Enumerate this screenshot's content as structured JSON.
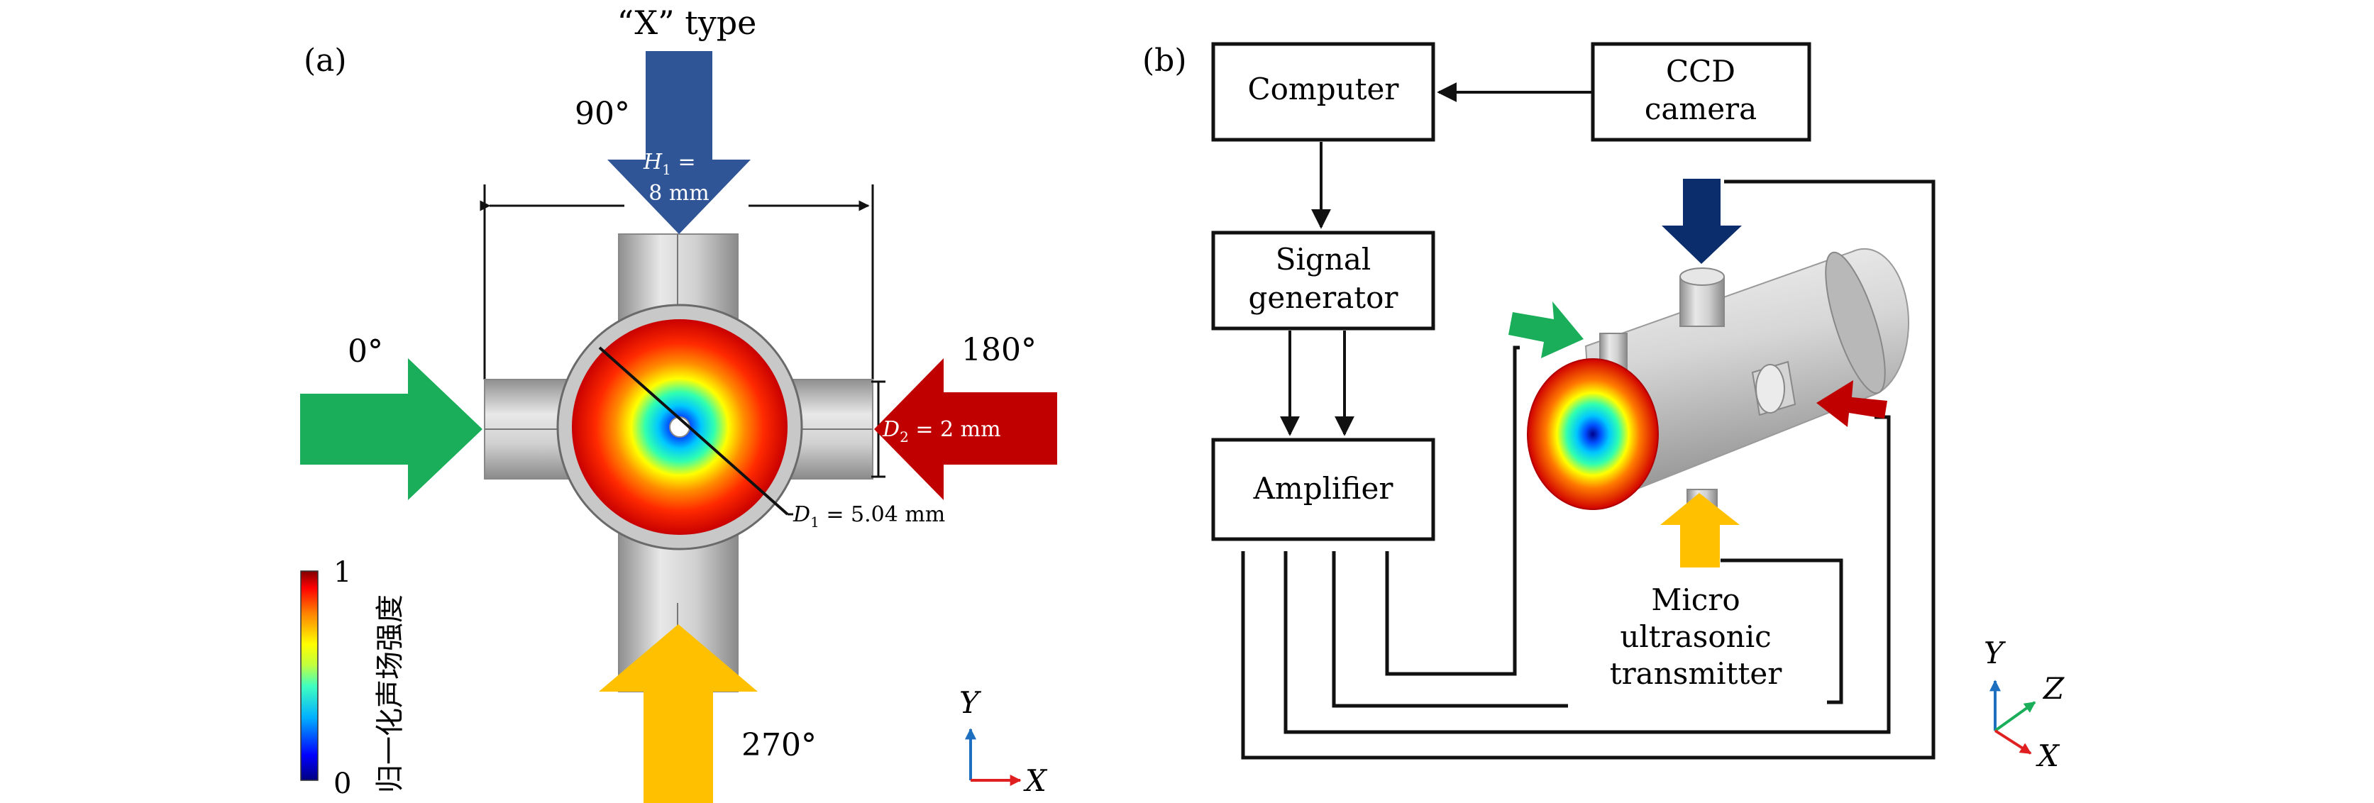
{
  "panel_a": {
    "label": "(a)",
    "title": "“X” type",
    "angle_top": "90°",
    "angle_left": "0°",
    "angle_right": "180°",
    "angle_bottom": "270°",
    "h1_var": "H",
    "h1_sub": "1",
    "h1_eq": " =",
    "h1_val": "8 mm",
    "d2_var": "D",
    "d2_sub": "2",
    "d2_val": " = 2 mm",
    "d1_var": "D",
    "d1_sub": "1",
    "d1_val": " = 5.04 mm",
    "colorbar": {
      "title": "归一化声场强度",
      "max": "1",
      "min": "0"
    },
    "axes": {
      "y": "Y",
      "x": "X"
    }
  },
  "panel_b": {
    "label": "(b)",
    "computer": "Computer",
    "ccd_line1": "CCD",
    "ccd_line2": "camera",
    "signal_line1": "Signal",
    "signal_line2": "generator",
    "amplifier": "Amplifier",
    "transmitter_line1": "Micro",
    "transmitter_line2": "ultrasonic",
    "transmitter_line3": "transmitter",
    "axes": {
      "y": "Y",
      "z": "Z",
      "x": "X"
    }
  },
  "colors": {
    "arrow_top_a": "#2f5597",
    "arrow_top_b": "#0b2d6b",
    "arrow_left": "#1aae5a",
    "arrow_right": "#c00000",
    "arrow_bottom": "#ffc000",
    "axis_y": "#1f6fc0",
    "axis_x": "#e02020",
    "axis_z": "#1aae5a"
  }
}
